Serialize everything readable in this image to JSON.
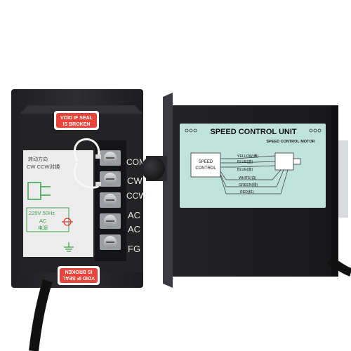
{
  "scene": {
    "description_free": true,
    "colors": {
      "housing": "#2a2a2c",
      "housing_dark": "#1b1b1d",
      "panel_teal": "#bfe3da",
      "seal_red": "#e8443a",
      "terminal_metal": "#b9bcc0",
      "wire_white": "#f5f5f5",
      "decal_white": "#eeeeee"
    }
  },
  "left_unit": {
    "seal_top": [
      "VOID IF SEAL",
      "IS BROKEN"
    ],
    "seal_bottom": [
      "VOID IF SEAL",
      "IS BROKEN"
    ],
    "decal": {
      "cn_line": "转动方向",
      "line1": "CW CCW对换",
      "voltage": "220V 50Hz",
      "ac": "AC",
      "cn_power": "电源"
    },
    "terminals": [
      "COM",
      "CW",
      "CCW",
      "AC",
      "AC",
      "FG"
    ]
  },
  "right_unit": {
    "panel_title": "SPEED CONTROL UNIT",
    "motor_label": "SPEED CONTROL MOTOR",
    "box_label_1": "SPEED",
    "box_label_2": "CONTROL",
    "wires": [
      "YELLOW(黄)",
      "BLUE(蓝)",
      "BLUE(蓝)",
      "WHITE(白)",
      "GREEN(绿)",
      "RED(红)"
    ]
  }
}
